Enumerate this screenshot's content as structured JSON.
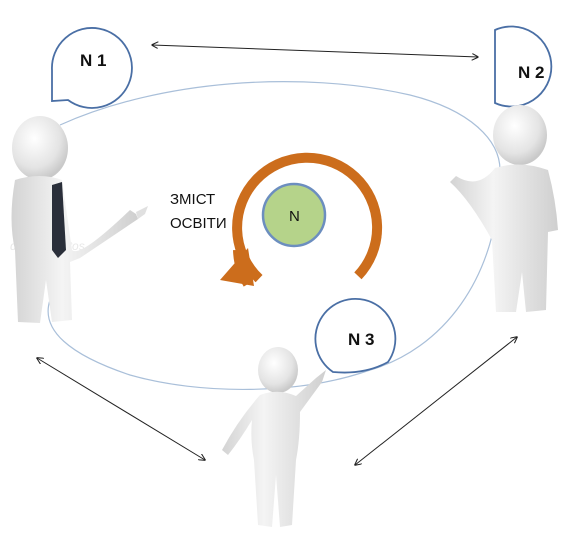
{
  "bubbles": {
    "n1": "N 1",
    "n2": "N 2",
    "n3": "N 3"
  },
  "center": {
    "core": "N",
    "line1": "ЗМІСТ",
    "line2": "ОСВІТИ"
  },
  "watermark": "depositphotos",
  "colors": {
    "bubble_stroke": "#4a6fa5",
    "core_fill": "#b5d38a",
    "core_stroke": "#6c8ebf",
    "cycle_arrow": "#cc6d1c",
    "orbit_line": "#a9bfd9",
    "figure_body": "#e6e6e6",
    "tie": "#2a2f3a"
  }
}
